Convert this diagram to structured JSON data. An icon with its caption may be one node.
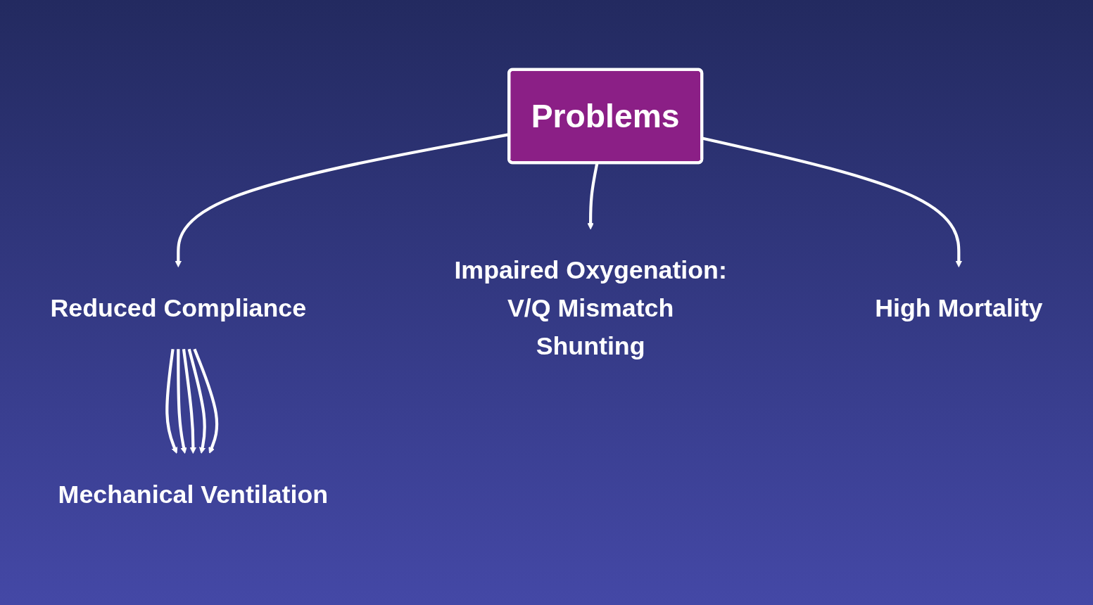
{
  "diagram": {
    "nodes": [
      {
        "text": [
          "Problems"
        ]
      },
      {
        "text": [
          "Reduced Compliance"
        ]
      },
      {
        "text": [
          "Impaired Oxygenation:",
          "V/Q Mismatch",
          "Shunting"
        ]
      },
      {
        "text": [
          "High Mortality"
        ]
      },
      {
        "text": [
          "Mechanical Ventilation"
        ]
      }
    ],
    "edges": [
      {
        "from": 0,
        "to": 1,
        "arrow": "to"
      },
      {
        "from": 0,
        "to": 2,
        "arrow": "to"
      },
      {
        "from": 0,
        "to": 3,
        "arrow": "to"
      },
      {
        "from": 1,
        "to": 4,
        "arrow": "to"
      },
      {
        "from": 1,
        "to": 4,
        "arrow": "to"
      },
      {
        "from": 1,
        "to": 4,
        "arrow": "to"
      },
      {
        "from": 1,
        "to": 4,
        "arrow": "to"
      },
      {
        "from": 1,
        "to": 4,
        "arrow": "to"
      }
    ]
  }
}
